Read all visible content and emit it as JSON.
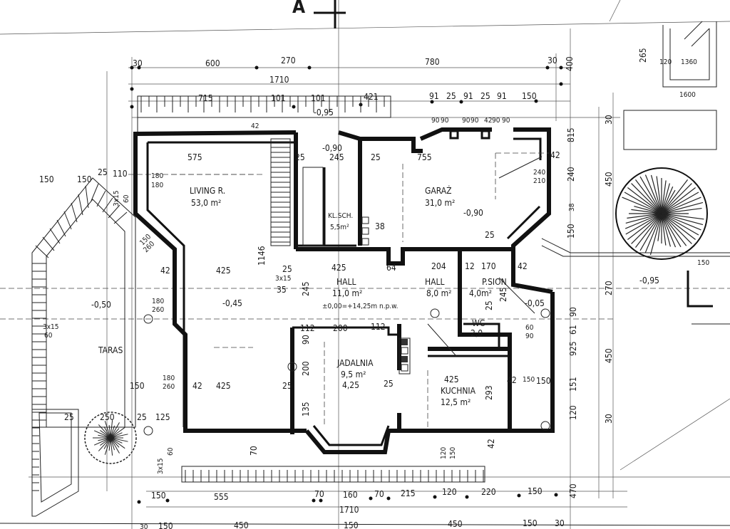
{
  "drawing": {
    "section_mark": "A",
    "colors": {
      "ink": "#111111",
      "paper": "#ffffff"
    }
  },
  "dims": {
    "top": [
      "30",
      "600",
      "270",
      "780",
      "30",
      "1710",
      "715",
      "101",
      "421",
      "91",
      "25",
      "91",
      "25",
      "91",
      "150",
      "42",
      "90",
      "90",
      "90",
      "90",
      "42",
      "90",
      "90"
    ],
    "inner_top": [
      "575",
      "755",
      "25",
      "25",
      "42",
      "245"
    ],
    "right": [
      "400",
      "265",
      "120",
      "1360",
      "1600",
      "30",
      "815",
      "240",
      "450",
      "150",
      "38",
      "42",
      "270",
      "450",
      "30",
      "470",
      "150",
      "120",
      "151",
      "925",
      "61",
      "90"
    ],
    "left": [
      "150",
      "150",
      "25",
      "110",
      "180",
      "180",
      "3x15",
      "60",
      "150",
      "260",
      "42",
      "180",
      "260",
      "3x15",
      "60",
      "180",
      "260",
      "150",
      "42",
      "25",
      "250",
      "25",
      "125",
      "3x15",
      "60",
      "1146"
    ],
    "middle": [
      "425",
      "425",
      "25",
      "3x15",
      "35",
      "245",
      "25",
      "425",
      "64",
      "204",
      "12",
      "170",
      "42",
      "112",
      "200",
      "112",
      "90",
      "200",
      "25",
      "135",
      "25",
      "425",
      "42",
      "150",
      "150",
      "293",
      "245",
      "25",
      "60",
      "90",
      "240",
      "210",
      "70",
      "120",
      "150",
      "42",
      "38",
      "25"
    ],
    "bottom": [
      "150",
      "555",
      "70",
      "160",
      "70",
      "215",
      "120",
      "220",
      "150",
      "1710",
      "30",
      "150",
      "450",
      "150",
      "450",
      "150",
      "30"
    ]
  },
  "rooms": [
    {
      "name": "LIVING R.",
      "area": "53,0 m²"
    },
    {
      "name": "GARAŻ",
      "area": "31,0 m²"
    },
    {
      "name": "KL.SCH.",
      "area": "5,5m²"
    },
    {
      "name": "HALL",
      "area": "11,0 m²"
    },
    {
      "name": "HALL",
      "area": "8,0 m²"
    },
    {
      "name": "P.SION",
      "area": "4,0m²"
    },
    {
      "name": "WC",
      "area": "2,0"
    },
    {
      "name": "JADALNIA",
      "area": "9,5 m²",
      "extra": "4,25"
    },
    {
      "name": "KUCHNIA",
      "area": "12,5 m²"
    },
    {
      "name": "TARAS"
    }
  ],
  "levels": [
    "-0,95",
    "-0,90",
    "-0,90",
    "-0,50",
    "-0,45",
    "-0,05",
    "-0,95",
    "±0,00=+14,25m n.p.w."
  ]
}
